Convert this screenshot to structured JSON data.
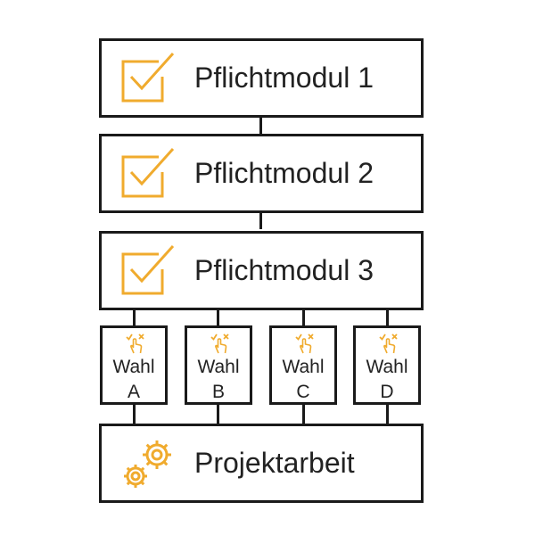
{
  "colors": {
    "accent": "#f0ab2e",
    "border": "#1a1a1a",
    "text": "#222222"
  },
  "modules": [
    {
      "label": "Pflichtmodul 1",
      "icon": "checkbox-check-icon"
    },
    {
      "label": "Pflichtmodul 2",
      "icon": "checkbox-check-icon"
    },
    {
      "label": "Pflichtmodul 3",
      "icon": "checkbox-check-icon"
    }
  ],
  "electives": [
    {
      "line1": "Wahl",
      "line2": "A",
      "icon": "choice-hand-icon"
    },
    {
      "line1": "Wahl",
      "line2": "B",
      "icon": "choice-hand-icon"
    },
    {
      "line1": "Wahl",
      "line2": "C",
      "icon": "choice-hand-icon"
    },
    {
      "line1": "Wahl",
      "line2": "D",
      "icon": "choice-hand-icon"
    }
  ],
  "project": {
    "label": "Projektarbeit",
    "icon": "gears-icon"
  }
}
